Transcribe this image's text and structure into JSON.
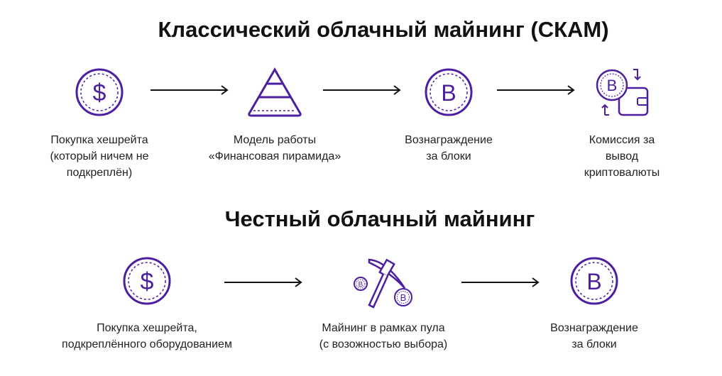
{
  "colors": {
    "accent": "#4b1fa0",
    "text": "#222222"
  },
  "scam": {
    "title": "Классический облачный майнинг (СКАМ)",
    "steps": [
      {
        "icon": "dollar-coin-icon",
        "label": "Покупка хешрейта\n(который ничем не\nподкреплён)"
      },
      {
        "icon": "pyramid-icon",
        "label": "Модель работы\n«Финансовая пирамида»"
      },
      {
        "icon": "bitcoin-coin-icon",
        "label": "Вознаграждение\nза блоки"
      },
      {
        "icon": "bitcoin-wallet-icon",
        "label": "Комиссия за вывод\nкриптовалюты"
      }
    ]
  },
  "honest": {
    "title": "Честный облачный майнинг",
    "steps": [
      {
        "icon": "dollar-coin-icon",
        "label": "Покупка хешрейта,\nподкреплённого оборудованием"
      },
      {
        "icon": "pickaxe-icon",
        "label": "Майнинг в рамках пула\n(с возожностью выбора)"
      },
      {
        "icon": "bitcoin-coin-icon",
        "label": "Вознаграждение\nза блоки"
      }
    ]
  }
}
